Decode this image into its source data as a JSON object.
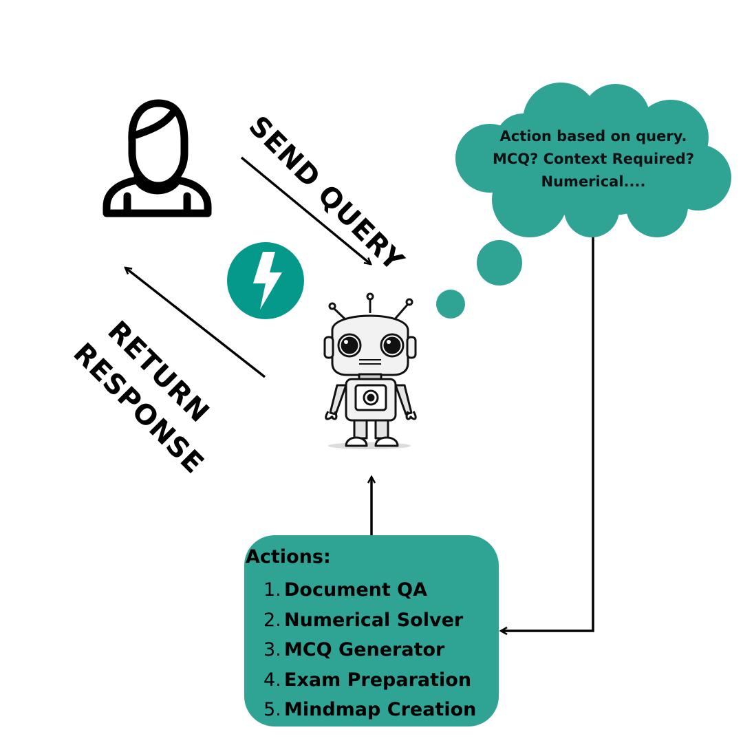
{
  "diagram": {
    "labels": {
      "send_query": "SEND QUERY",
      "return_line1": "RETURN",
      "return_line2": "RESPONSE"
    },
    "thought_bubble": {
      "lines": [
        "Action based on query.",
        "MCQ? Context Required?",
        "Numerical...."
      ]
    },
    "actions": {
      "title": "Actions:",
      "items": [
        {
          "number": "1.",
          "label": "Document QA"
        },
        {
          "number": "2.",
          "label": "Numerical Solver"
        },
        {
          "number": "3.",
          "label": "MCQ Generator"
        },
        {
          "number": "4.",
          "label": "Exam Preparation"
        },
        {
          "number": "5.",
          "label": "Mindmap Creation"
        }
      ]
    },
    "icons": [
      "user-icon",
      "lightning-bolt-icon",
      "robot-icon"
    ],
    "colors": {
      "teal": "#2fa394",
      "bolt_circle": "#05998b",
      "arrow": "#000000",
      "text": "#000000"
    }
  }
}
